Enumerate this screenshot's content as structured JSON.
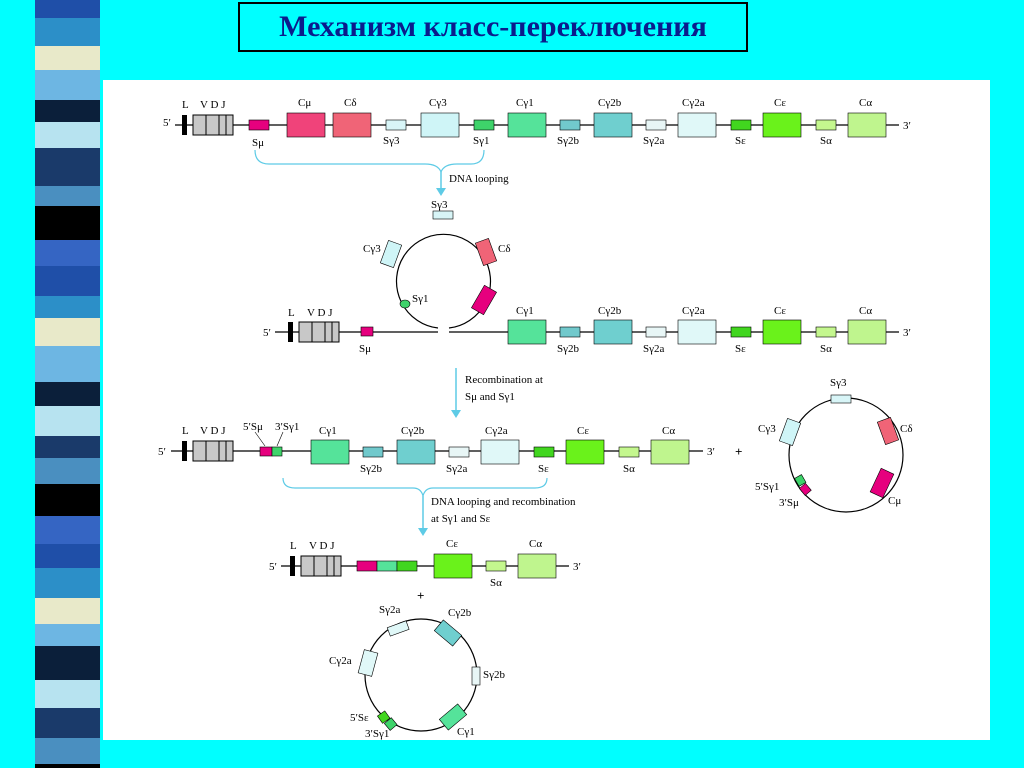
{
  "title": "Механизм класс-переключения",
  "colors": {
    "background": "#00FFFF",
    "title_text": "#0b1c8c",
    "s_mu": "#e6007e",
    "c_mu": "#f0437a",
    "c_delta": "#f06477",
    "c_gamma3": "#cff5f7",
    "s_gamma1": "#3ed36a",
    "c_gamma1": "#55e39a",
    "s_gamma2b": "#71c9cc",
    "c_gamma2b": "#6fcfcf",
    "s_gamma2a": "#e8f6f6",
    "c_gamma2a": "#e0f8f8",
    "s_epsilon": "#41d61f",
    "c_epsilon": "#6af21b",
    "s_alpha": "#c4f78e",
    "c_alpha": "#bff58e",
    "vdj": "#c8c8c8"
  },
  "labels": {
    "five_prime": "5′",
    "three_prime": "3′",
    "L": "L",
    "VDJ": "V D J",
    "plus": "+",
    "C_mu": "Cμ",
    "C_delta": "Cδ",
    "C_gamma3": "Cγ3",
    "C_gamma1": "Cγ1",
    "C_gamma2b": "Cγ2b",
    "C_gamma2a": "Cγ2a",
    "C_epsilon": "Cε",
    "C_alpha": "Cα",
    "S_mu": "Sμ",
    "S_gamma3": "Sγ3",
    "S_gamma1": "Sγ1",
    "S_gamma2b": "Sγ2b",
    "S_gamma2a": "Sγ2a",
    "S_epsilon": "Sε",
    "S_alpha": "Sα",
    "five_S_mu": "5′Sμ",
    "three_S_gamma1": "3′Sγ1",
    "five_S_gamma1": "5′Sγ1",
    "three_S_mu": "3′Sμ",
    "five_S_epsilon": "5′Sε",
    "three_S_gamma1_b": "3′Sγ1"
  },
  "steps": {
    "step1": "DNA looping",
    "step2_line1": "Recombination at",
    "step2_line2": "Sμ and Sγ1",
    "step3_line1": "DNA looping and recombination",
    "step3_line2": "at Sγ1 and Sε"
  }
}
